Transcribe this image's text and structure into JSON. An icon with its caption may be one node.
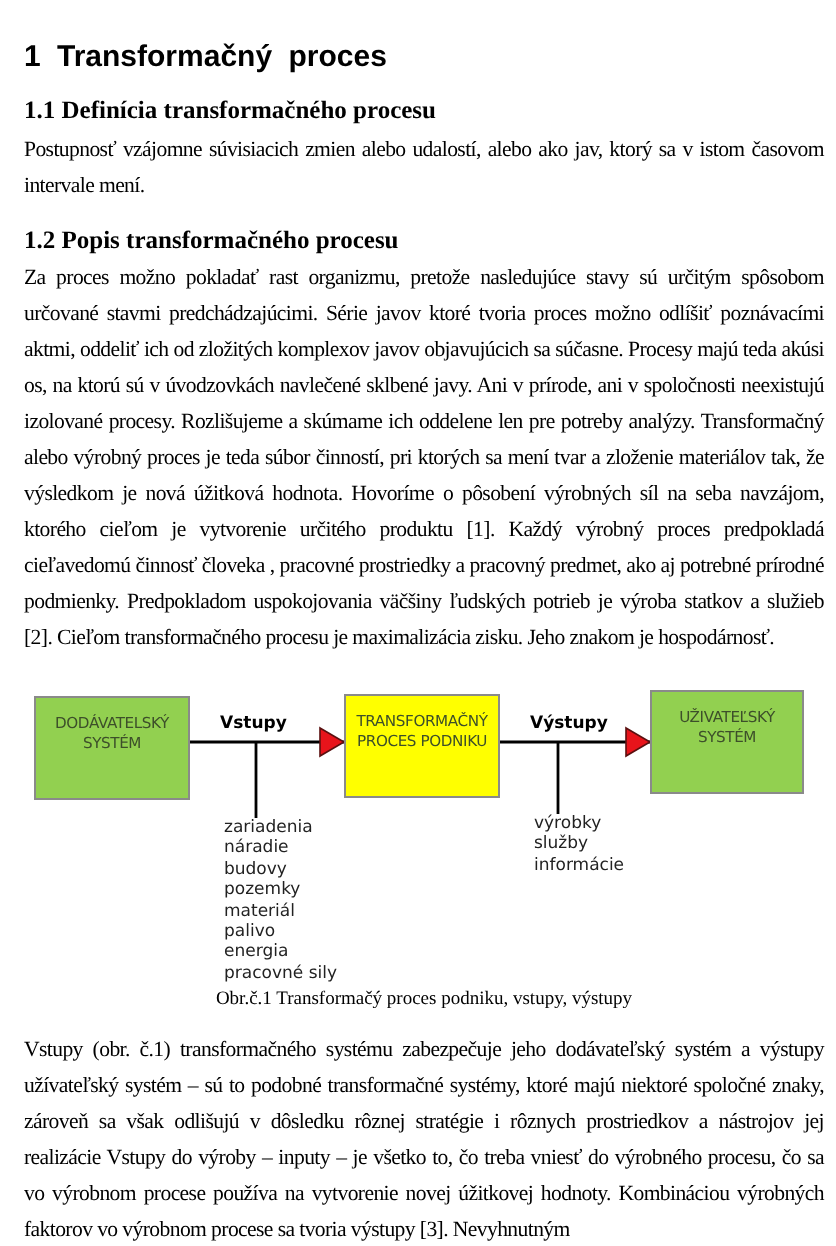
{
  "diagram": {
    "title": "1 Transformačný proces",
    "caption": "Obr.č.1 Transformačý proces podniku, vstupy, výstupy",
    "nodes": [
      {
        "text": [
          "DODÁVATELSKÝ SYSTÉM"
        ]
      },
      {
        "text": [
          "TRANSFORMAČNÝ PROCES PODNIKU"
        ]
      },
      {
        "text": [
          "UŽIVATEĽSKÝ SYSTÉM"
        ]
      },
      {
        "text": [
          "zariadenia",
          "náradie",
          "budovy",
          "pozemky",
          "materiál",
          "palivo",
          "energia",
          "pracovné sily"
        ]
      },
      {
        "text": [
          "výrobky",
          "služby",
          "informácie"
        ]
      }
    ],
    "edges": [
      {
        "from": 0,
        "to": 1,
        "arrow": "to",
        "label": "Vstupy"
      },
      {
        "from": 1,
        "to": 2,
        "arrow": "to",
        "label": "Výstupy"
      },
      {
        "from": 3,
        "to": null,
        "arrow": "none"
      },
      {
        "from": 4,
        "to": null,
        "arrow": "none"
      }
    ],
    "labels": [
      "1.1 Definícia transformačného procesu",
      "Postupnosť vzájomne súvisiacich zmien alebo udalostí, alebo ako jav, ktorý sa v istom časovom intervale mení.",
      "1.2 Popis transformačného procesu",
      "Za proces možno pokladať rast organizmu, pretože nasledujúce stavy sú určitým spôsobom určované stavmi predchádzajúcimi. Série javov ktoré tvoria proces možno odlíšiť poznávacími aktmi, oddeliť ich od zložitých komplexov javov objavujúcich sa súčasne. Procesy majú teda akúsi os, na ktorú sú v úvodzovkách navlečené sklbené javy. Ani v prírode, ani v spoločnosti neexistujú izolované procesy. Rozlišujeme a skúmame ich oddelene len pre potreby analýzy. Transformačný alebo výrobný proces je teda súbor činností, pri ktorých sa mení tvar a zloženie materiálov tak, že výsledkom je nová úžitková hodnota. Hovoríme o pôsobení výrobných síl na seba navzájom, ktorého cieľom je vytvorenie určitého produktu [1]. Každý výrobný proces predpokladá cieľavedomú činnosť človeka , pracovné prostriedky a pracovný predmet, ako aj potrebné prírodné podmienky. Predpokladom uspokojovania väčšiny ľudských potrieb je výroba statkov a služieb [2]. Cieľom transformačného procesu je maximalizácia zisku. Jeho znakom je hospodárnosť.",
      "Vstupy (obr. č.1) transformačného systému zabezpečuje jeho dodávateľský systém a výstupy užívateľský systém – sú to podobné transformačné systémy, ktoré majú niektoré spoločné znaky, zároveň sa však odlišujú v dôsledku rôznej stratégie i rôznych prostriedkov a nástrojov jej realizácie Vstupy do výroby – inputy – je všetko to, čo treba vniesť do výrobného procesu, čo sa vo výrobnom procese používa na vytvorenie novej úžitkovej hodnoty. Kombináciou výrobných faktorov vo výrobnom procese sa tvoria výstupy [3]. Nevyhnutným"
    ]
  }
}
